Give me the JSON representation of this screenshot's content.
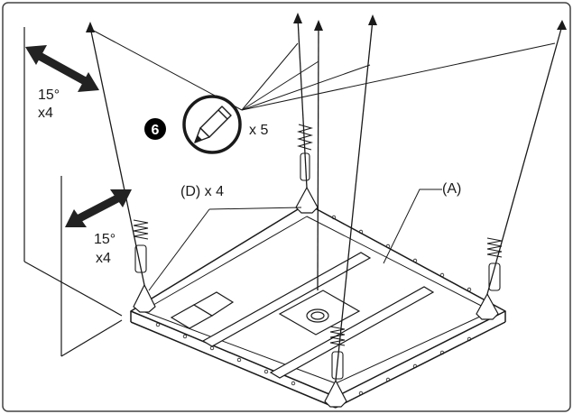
{
  "labels": {
    "angle_top_value": "15°",
    "angle_top_count": "x4",
    "angle_bottom_value": "15°",
    "angle_bottom_count": "x4",
    "step_number": "6",
    "pencil_count": "x 5",
    "part_d": "(D) x 4",
    "part_a": "(A)"
  },
  "icons": {
    "step_badge": "step-number-badge",
    "pencil": "pencil-icon",
    "angle_arrow": "double-headed-arrow-icon",
    "spring": "spring-hanger-icon"
  },
  "colors": {
    "line": "#1a1a1a",
    "arrow": "#222222",
    "badge_fill": "#000000",
    "badge_text": "#ffffff",
    "background": "#ffffff"
  }
}
